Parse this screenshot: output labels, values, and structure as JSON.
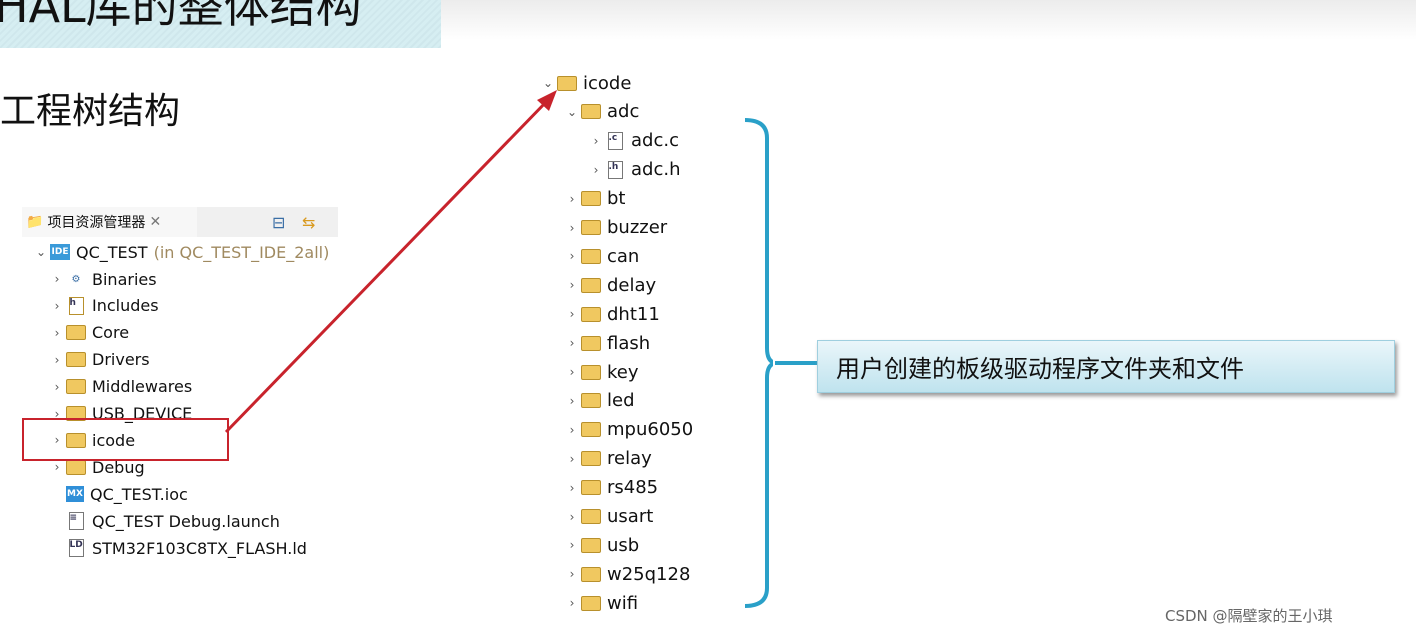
{
  "slide": {
    "title": "HAL库的整体结构",
    "subtitle": "工程树结构",
    "callout": "用户创建的板级驱动程序文件夹和文件",
    "watermark": "CSDN @隔壁家的王小琪"
  },
  "explorer": {
    "tab_label": "项目资源管理器",
    "project": "QC_TEST",
    "project_note": "(in QC_TEST_IDE_2all)",
    "items": [
      "Binaries",
      "Includes",
      "Core",
      "Drivers",
      "Middlewares",
      "USB_DEVICE",
      "icode",
      "Debug",
      "QC_TEST.ioc",
      "QC_TEST Debug.launch",
      "STM32F103C8TX_FLASH.ld"
    ]
  },
  "icode_tree": {
    "root": "icode",
    "adc": "adc",
    "adc_files": [
      "adc.c",
      "adc.h"
    ],
    "folders": [
      "bt",
      "buzzer",
      "can",
      "delay",
      "dht11",
      "flash",
      "key",
      "led",
      "mpu6050",
      "relay",
      "rs485",
      "usart",
      "usb",
      "w25q128",
      "wifi"
    ]
  }
}
